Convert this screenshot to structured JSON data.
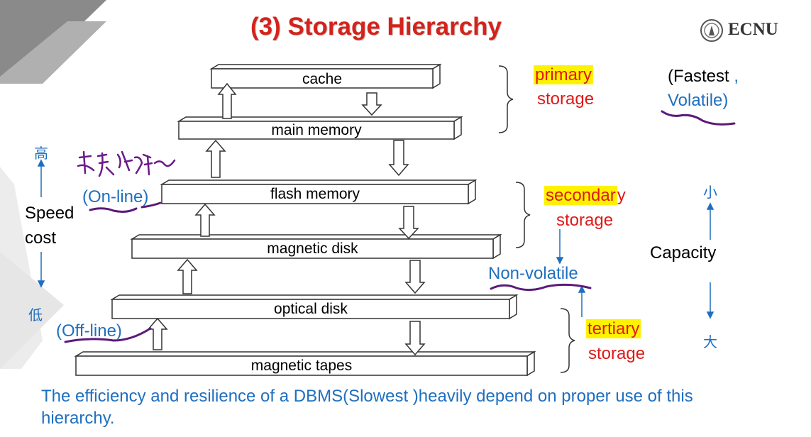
{
  "title": "(3) Storage Hierarchy",
  "logo": {
    "text": "ECNU",
    "icon": "ecnu-seal-icon"
  },
  "levels": [
    {
      "label": "cache"
    },
    {
      "label": "main memory"
    },
    {
      "label": "flash memory"
    },
    {
      "label": "magnetic disk"
    },
    {
      "label": "optical disk"
    },
    {
      "label": "magnetic tapes"
    }
  ],
  "groups": {
    "primary_1": "primary",
    "primary_2": "storage",
    "secondary_1": "secondar",
    "secondary_1b": "y",
    "secondary_2": "storage",
    "tertiary_1": "tertiary",
    "tertiary_2": "storage"
  },
  "props": {
    "fastest": "(Fastest",
    "comma": ",",
    "volatile": "Volatile)",
    "non_volatile": "Non-volatile",
    "capacity": "Capacity",
    "small": "小",
    "large": "大"
  },
  "left": {
    "high": "高",
    "low": "低",
    "speed": "Speed",
    "cost": "cost",
    "online": "(On-line)",
    "offline": "(Off-line)"
  },
  "note": "The efficiency and resilience of a DBMS(Slowest )heavily depend on proper use of this hierarchy.",
  "colors": {
    "title": "#d4231b",
    "red": "#e01818",
    "blue": "#1f6fbf",
    "highlight": "#fff200",
    "ink": "#5b1a7a"
  }
}
